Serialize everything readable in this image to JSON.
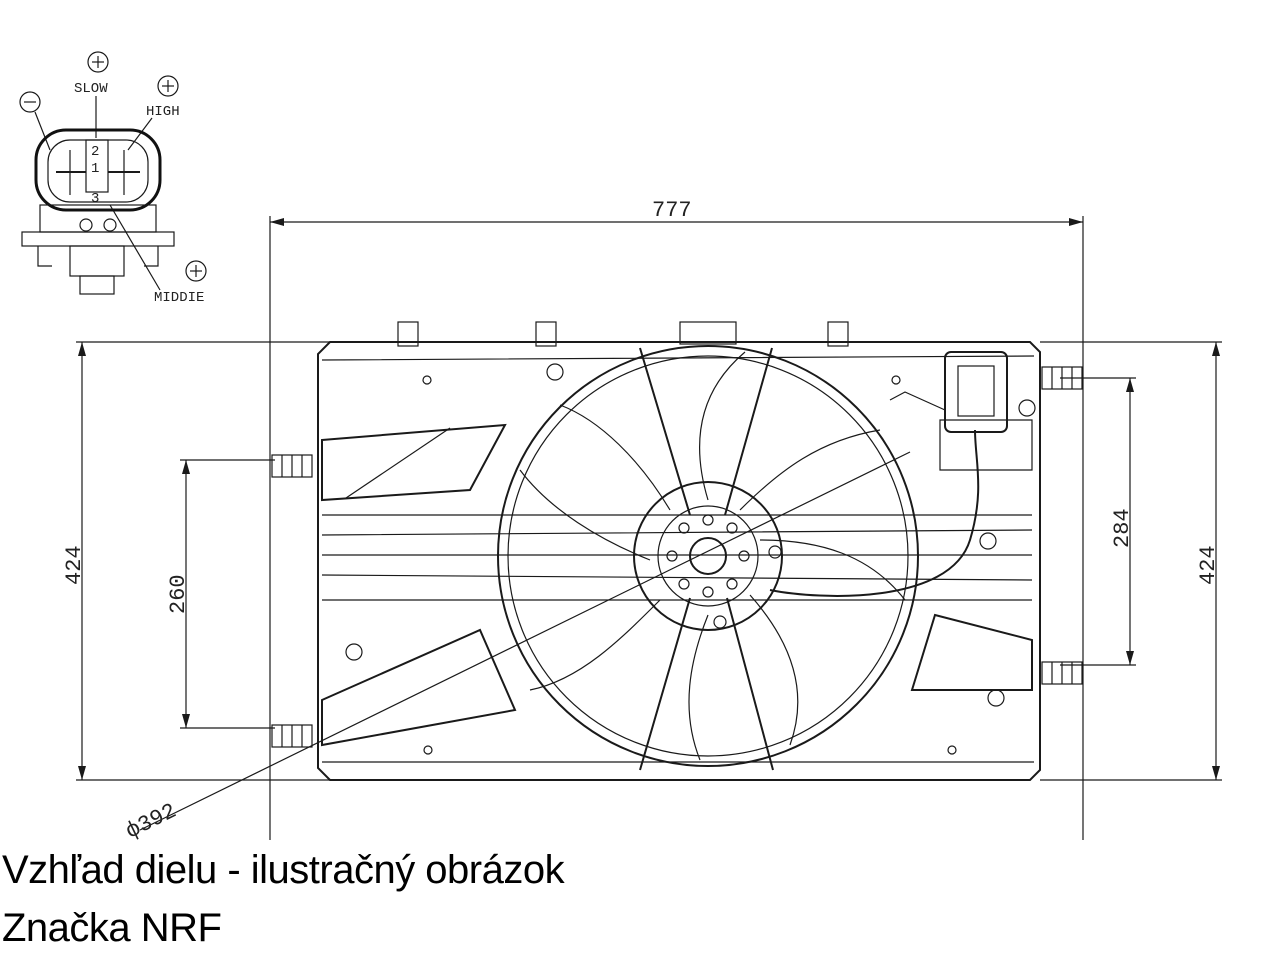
{
  "connector": {
    "pins": [
      {
        "sign": "−",
        "label": ""
      },
      {
        "sign": "+",
        "label": "SLOW"
      },
      {
        "sign": "+",
        "label": "HIGH"
      },
      {
        "sign": "+",
        "label": "MIDDIE"
      }
    ],
    "pin_numbers": [
      "2",
      "1",
      "3"
    ]
  },
  "dimensions": {
    "overall_width": "777",
    "height_left": "424",
    "height_right": "424",
    "mount_spacing_left": "260",
    "mount_spacing_right": "284",
    "fan_diameter": "ф392"
  },
  "caption": {
    "line1": "Vzhľad dielu - ilustračný obrázok",
    "line2": "Značka NRF"
  }
}
